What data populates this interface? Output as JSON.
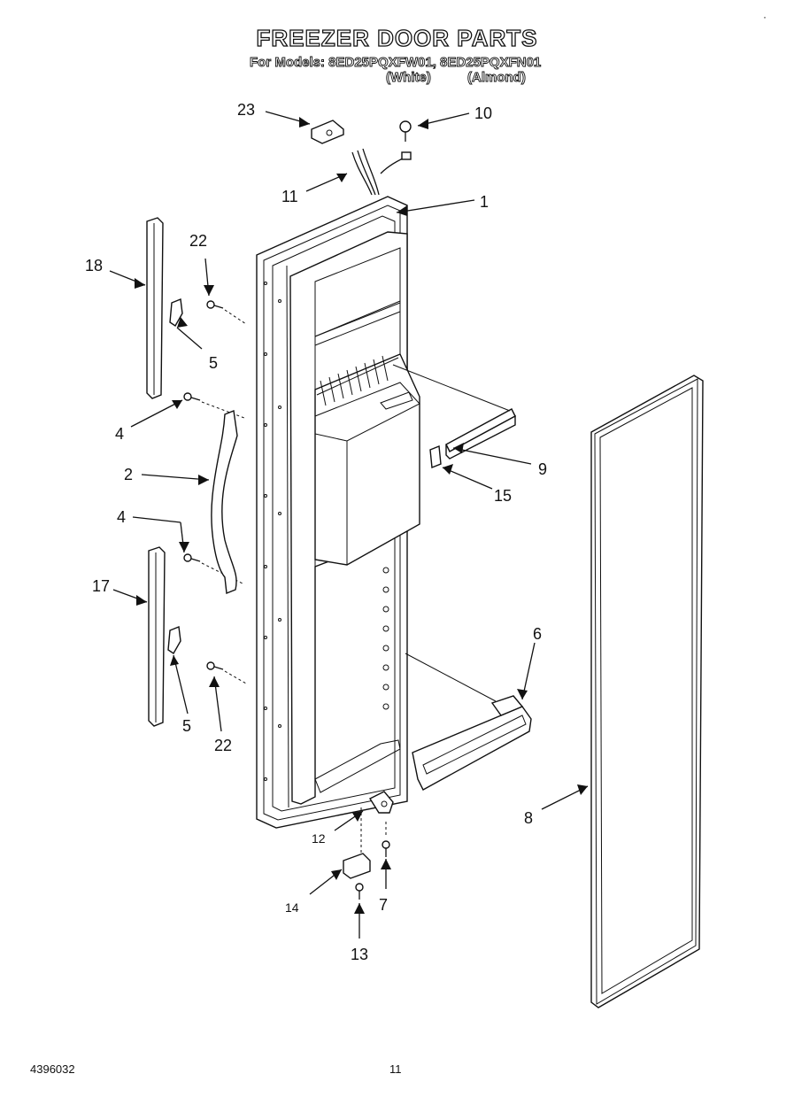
{
  "header": {
    "title": "FREEZER DOOR PARTS",
    "models_line": "For Models: 8ED25PQXFW01, 8ED25PQXFN01",
    "color_white": "(White)",
    "color_almond": "(Almond)"
  },
  "footer": {
    "document_number": "4396032",
    "page_number": "11",
    "corner_mark": "·"
  },
  "callouts": {
    "c1": "1",
    "c2": "2",
    "c4a": "4",
    "c4b": "4",
    "c5a": "5",
    "c5b": "5",
    "c6": "6",
    "c7": "7",
    "c8": "8",
    "c9": "9",
    "c10": "10",
    "c11": "11",
    "c12": "12",
    "c13": "13",
    "c14": "14",
    "c15": "15",
    "c17": "17",
    "c18": "18",
    "c22a": "22",
    "c22b": "22",
    "c23": "23"
  }
}
